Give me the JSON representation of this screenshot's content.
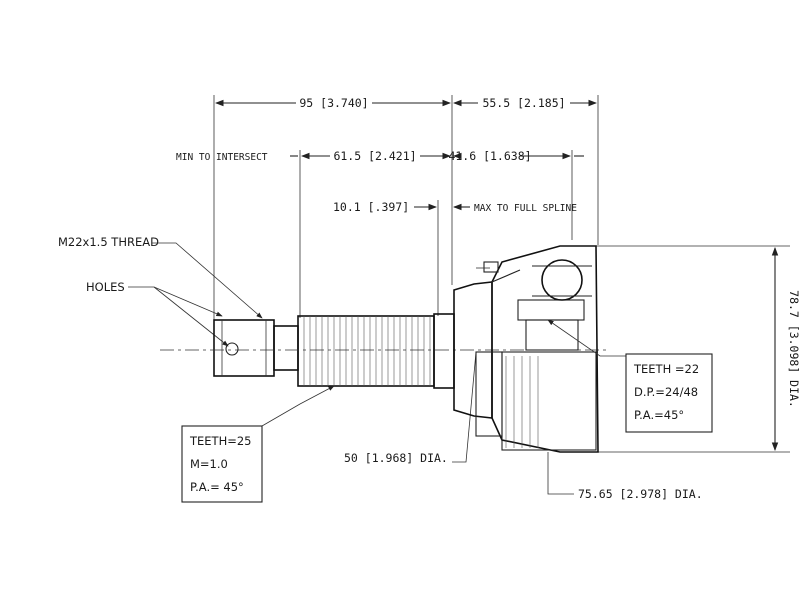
{
  "dimensions": {
    "overall_left": "95 [3.740]",
    "overall_right": "55.5 [2.185]",
    "min_to_intersect": "MIN TO INTERSECT",
    "shaft_length": "61.5 [2.421]",
    "max_to_full_spline_dim": "41.6 [1.638]",
    "step_length": "10.1 [.397]",
    "max_to_full_spline": "MAX TO FULL SPLINE",
    "outer_dia": "78.7 [3.098] DIA.",
    "seal_dia": "50 [1.968] DIA.",
    "body_dia": "75.65 [2.978] DIA."
  },
  "callouts": {
    "thread": "M22x1.5 THREAD",
    "holes": "HOLES"
  },
  "spec_boxes": {
    "shaft": [
      "TEETH=25",
      "M=1.0",
      "P.A.= 45°"
    ],
    "joint": [
      "TEETH =22",
      "D.P.=24/48",
      "P.A.=45°"
    ]
  }
}
